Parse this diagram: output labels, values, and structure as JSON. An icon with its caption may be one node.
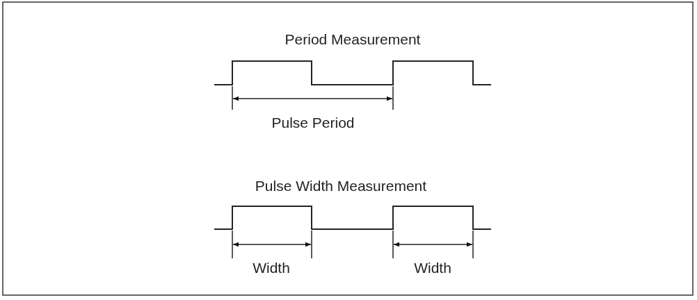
{
  "diagram": {
    "labels": [
      "Period Measurement",
      "Pulse Period",
      "Pulse Width Measurement",
      "Width",
      "Width"
    ]
  }
}
